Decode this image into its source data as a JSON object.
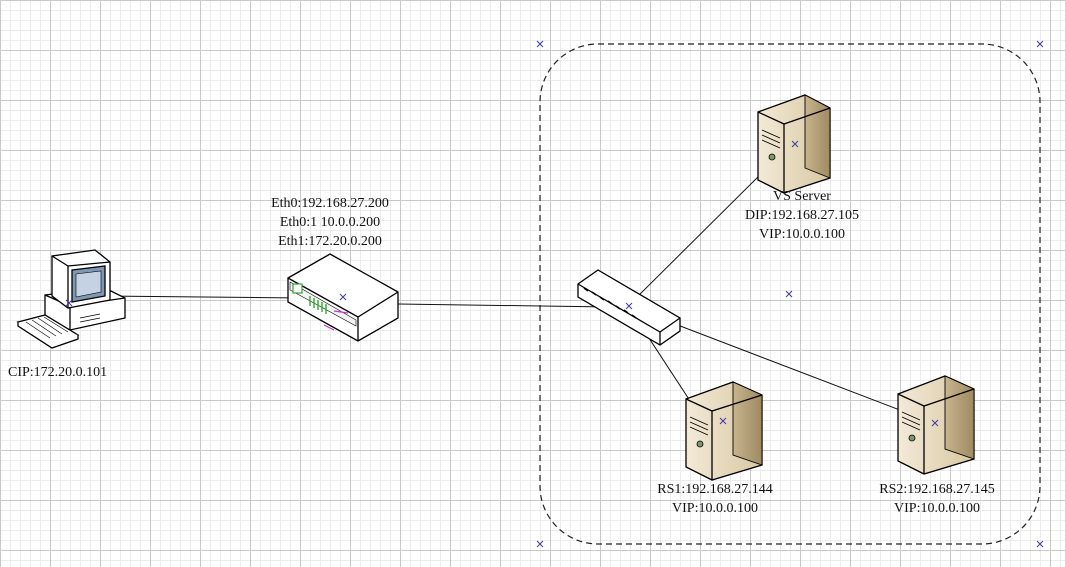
{
  "nodes": {
    "client": {
      "lines": [
        "CIP:172.20.0.101"
      ],
      "icon": "desktop-computer-icon"
    },
    "router": {
      "lines": [
        "Eth0:192.168.27.200",
        "Eth0:1 10.0.0.200",
        "Eth1:172.20.0.200"
      ],
      "icon": "router-icon"
    },
    "switch": {
      "icon": "network-switch-icon"
    },
    "vs_server": {
      "lines": [
        "VS Server",
        "DIP:192.168.27.105",
        "VIP:10.0.0.100"
      ],
      "icon": "server-tower-icon"
    },
    "rs1": {
      "lines": [
        "RS1:192.168.27.144",
        "VIP:10.0.0.100"
      ],
      "icon": "server-tower-icon"
    },
    "rs2": {
      "lines": [
        "RS2:192.168.27.145",
        "VIP:10.0.0.100"
      ],
      "icon": "server-tower-icon"
    }
  },
  "colors": {
    "server_body": "#e6d9bd",
    "server_side": "#b9a67e",
    "device_body": "#ffffff",
    "outline": "#000000",
    "port_green": "#2faa2f",
    "port_magenta": "#cc33cc",
    "grid": "#c9c9c9"
  }
}
